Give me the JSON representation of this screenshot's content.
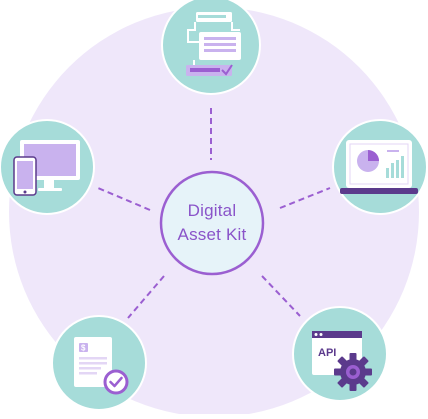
{
  "diagram": {
    "center": {
      "line1": "Digital",
      "line2": "Asset Kit"
    },
    "nodes": [
      {
        "id": "document-workflow",
        "icon": "document-workflow-icon"
      },
      {
        "id": "analytics-laptop",
        "icon": "analytics-laptop-icon"
      },
      {
        "id": "api-settings",
        "icon": "api-gear-icon"
      },
      {
        "id": "invoice-check",
        "icon": "invoice-checkmark-icon"
      },
      {
        "id": "devices",
        "icon": "devices-icon"
      }
    ],
    "api_label": "API",
    "invoice_symbol": "$",
    "colors": {
      "outer_disc": "#efe7fa",
      "node_fill": "#a6dcd9",
      "node_border": "#ffffff",
      "connector": "#9b5fd1",
      "center_fill": "#e6f3f9",
      "center_border": "#9b5fd1",
      "accent_purple": "#9b5fd1",
      "accent_purple_dark": "#5b3a8c",
      "light_purple": "#c9b2ee",
      "icon_white": "#ffffff",
      "text_purple": "#8a54c9"
    }
  }
}
